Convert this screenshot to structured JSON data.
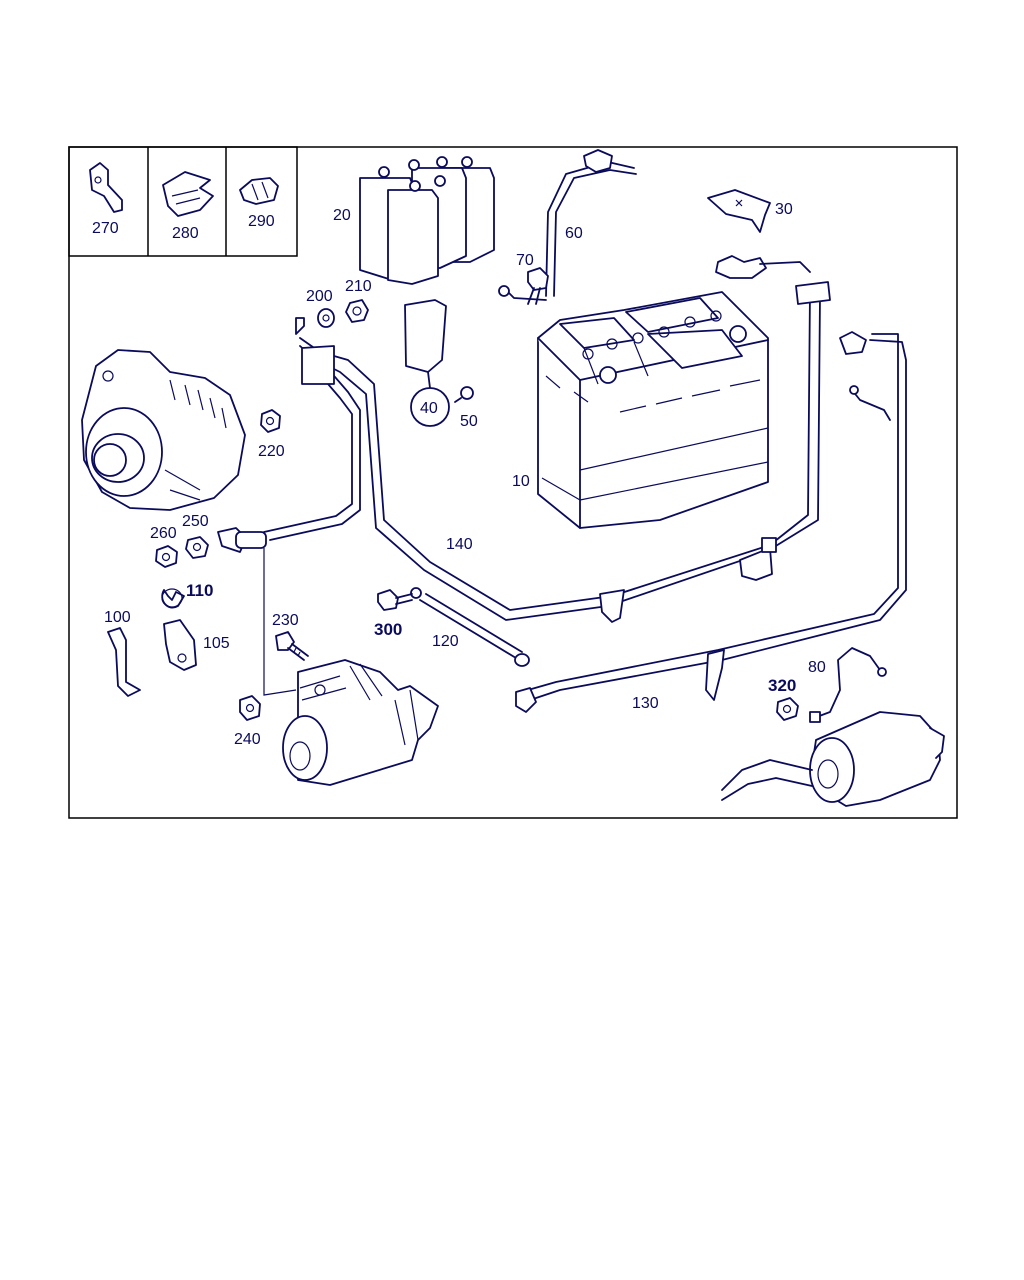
{
  "colors": {
    "ink": "#0b0b5c",
    "background": "#ffffff"
  },
  "inset_labels": {
    "p270": "270",
    "p280": "280",
    "p290": "290"
  },
  "labels": {
    "p10": "10",
    "p20": "20",
    "p30": "30",
    "p40": "40",
    "p50": "50",
    "p60": "60",
    "p70": "70",
    "p80": "80",
    "p100": "100",
    "p105": "105",
    "p110": "110",
    "p120": "120",
    "p130": "130",
    "p140": "140",
    "p200": "200",
    "p210": "210",
    "p220": "220",
    "p230": "230",
    "p240": "240",
    "p250": "250",
    "p260": "260",
    "p300": "300",
    "p320": "320"
  }
}
